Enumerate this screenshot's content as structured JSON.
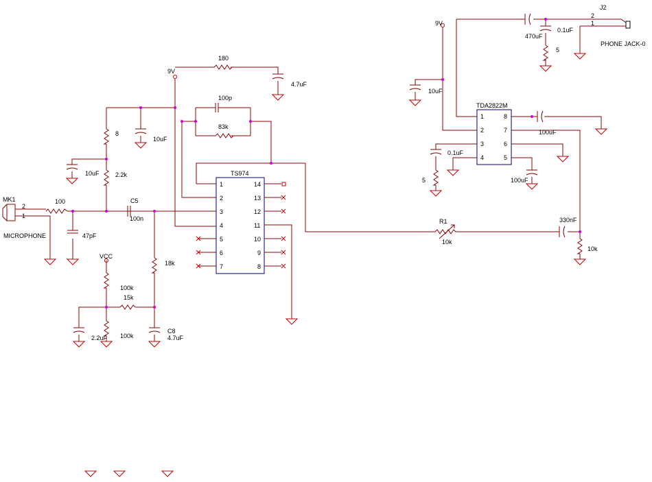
{
  "nets": {
    "supply_9v_left": "9V",
    "supply_9v_right": "9V",
    "supply_vcc": "VCC"
  },
  "parts": {
    "mic": {
      "ref": "MK1",
      "name": "MICROPHONE",
      "pin_a": "2",
      "pin_b": "1"
    },
    "jack": {
      "ref": "J2",
      "name": "PHONE JACK-0",
      "pin_a": "2",
      "pin_b": "1"
    },
    "r_100": "100",
    "c_47p": "47pF",
    "c_10u_a": "10uF",
    "r_8": "8",
    "c_10u_b": "10uF",
    "r_2k2": "2.2k",
    "r_180": "180",
    "c_4u7_a": "4.7uF",
    "c_100p": "100p",
    "r_83k": "83k",
    "c5": {
      "ref": "C5",
      "value": "100n"
    },
    "r_18k": "18k",
    "r_100k_a": "100k",
    "r_15k": "15k",
    "r_100k_b": "100k",
    "c_2u2": "2.2uF",
    "c8": {
      "ref": "C8",
      "value": "4.7uF"
    },
    "r1": {
      "ref": "R1",
      "value": "10k"
    },
    "c_330n": "330nF",
    "r_10k": "10k",
    "c_10u_c": "10uF",
    "c_0u1_a": "0.1uF",
    "r_5_a": "5",
    "c_100u_a": "100uF",
    "c_100u_b": "100uF",
    "c_470u": "470uF",
    "c_0u1_b": "0.1uF",
    "r_5_b": "5"
  },
  "ic_ts974": {
    "name": "TS974",
    "left_pins": [
      "1",
      "2",
      "3",
      "4",
      "5",
      "6",
      "7"
    ],
    "right_pins": [
      "14",
      "13",
      "12",
      "11",
      "10",
      "9",
      "8"
    ]
  },
  "ic_tda": {
    "name": "TDA2822M",
    "left_pins": [
      "1",
      "2",
      "3",
      "4"
    ],
    "right_pins": [
      "8",
      "7",
      "6",
      "5"
    ]
  }
}
